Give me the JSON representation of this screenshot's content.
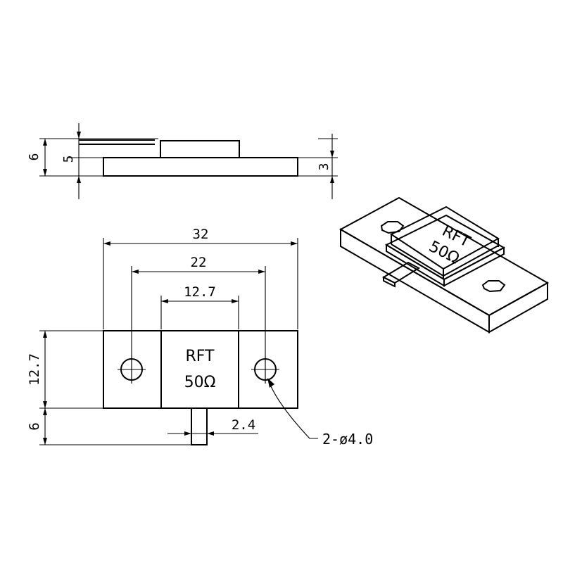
{
  "side_view": {
    "dim_total_height": "6",
    "dim_cover_height": "5",
    "dim_flange_height": "3"
  },
  "top_view": {
    "dim_overall_length": "32",
    "dim_hole_spacing": "22",
    "dim_body_width": "12.7",
    "dim_flange_width": "12.7",
    "dim_tab_length": "6",
    "dim_tab_width": "2.4",
    "hole_callout": "2-ø4.0",
    "label_line1": "RFT",
    "label_line2": "50Ω"
  },
  "iso_view": {
    "label_line1": "RFT",
    "label_line2": "50Ω"
  }
}
